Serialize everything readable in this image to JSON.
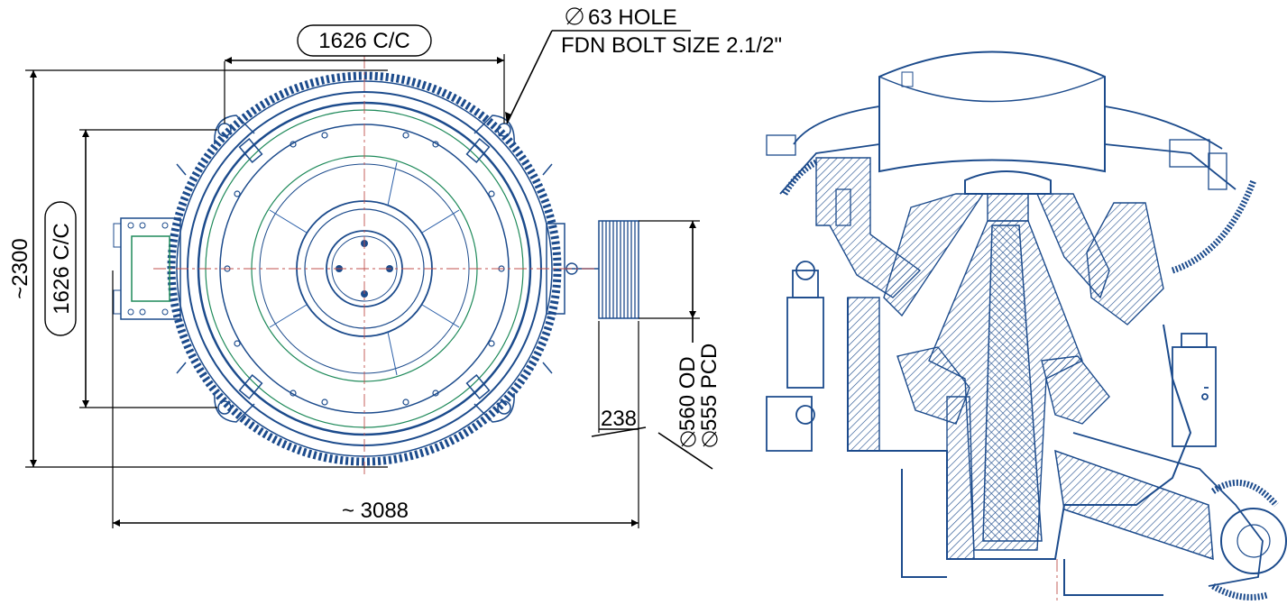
{
  "dimensions": {
    "top_cc": "1626 C/C",
    "left_cc": "1626 C/C",
    "overall_height": "~2300",
    "overall_width": "~ 3088",
    "pulley_width": "238",
    "pulley_od": "560 OD",
    "pulley_pcd": "555 PCD"
  },
  "notes": {
    "hole": "63 HOLE",
    "bolt": "FDN BOLT SIZE 2.1/2\""
  },
  "colors": {
    "line": "#1c4b8c",
    "dimension": "#000000",
    "centerline": "#c0504d",
    "accent": "#1f8a5a"
  }
}
